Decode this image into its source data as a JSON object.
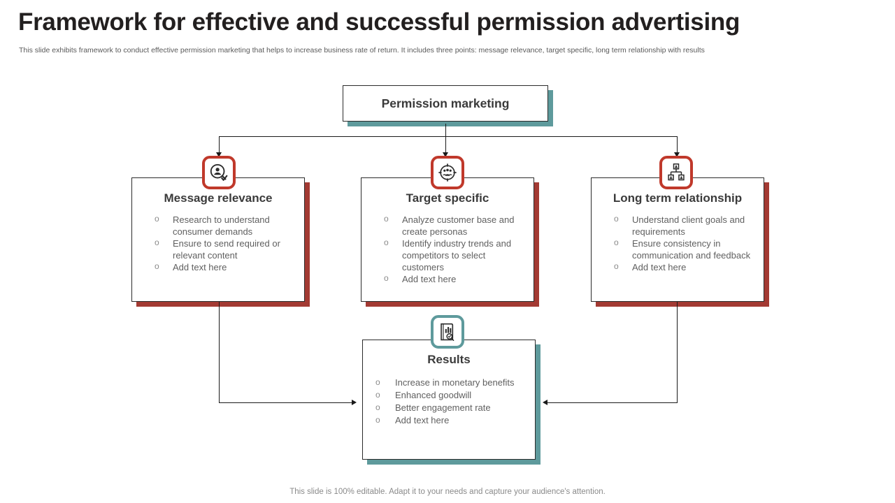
{
  "slide": {
    "title": "Framework for effective and successful permission advertising",
    "subtitle": "This slide exhibits framework to conduct effective  permission marketing that helps to increase business rate of return. It includes three points: message relevance, target specific, long term relationship with results",
    "footer": "This slide is 100% editable. Adapt it to your needs and capture your audience's attention."
  },
  "colors": {
    "accent_red": "#c0392b",
    "shadow_red": "#a33a33",
    "accent_teal": "#5e9a9c",
    "text_dark": "#3b3b3b",
    "text_body": "#606060"
  },
  "root": {
    "label": "Permission marketing",
    "icon": "none"
  },
  "branches": [
    {
      "title": "Message relevance",
      "icon": "person-search-check-icon",
      "accent": "#c0392b",
      "bullets": [
        "Research to understand consumer demands",
        "Ensure to  send required or relevant content",
        "Add text here"
      ]
    },
    {
      "title": "Target specific",
      "icon": "audience-target-icon",
      "accent": "#c0392b",
      "bullets": [
        "Analyze  customer base and create personas",
        "Identify  industry trends and competitors to select customers",
        "Add text here"
      ]
    },
    {
      "title": "Long term relationship",
      "icon": "org-hierarchy-icon",
      "accent": "#c0392b",
      "bullets": [
        "Understand client goals and requirements",
        "Ensure consistency in communication and feedback",
        "Add text here"
      ]
    }
  ],
  "results": {
    "title": "Results",
    "icon": "report-analysis-search-icon",
    "accent": "#5e9a9c",
    "bullets": [
      "Increase in monetary benefits",
      "Enhanced goodwill",
      "Better engagement rate",
      "Add text here"
    ]
  }
}
